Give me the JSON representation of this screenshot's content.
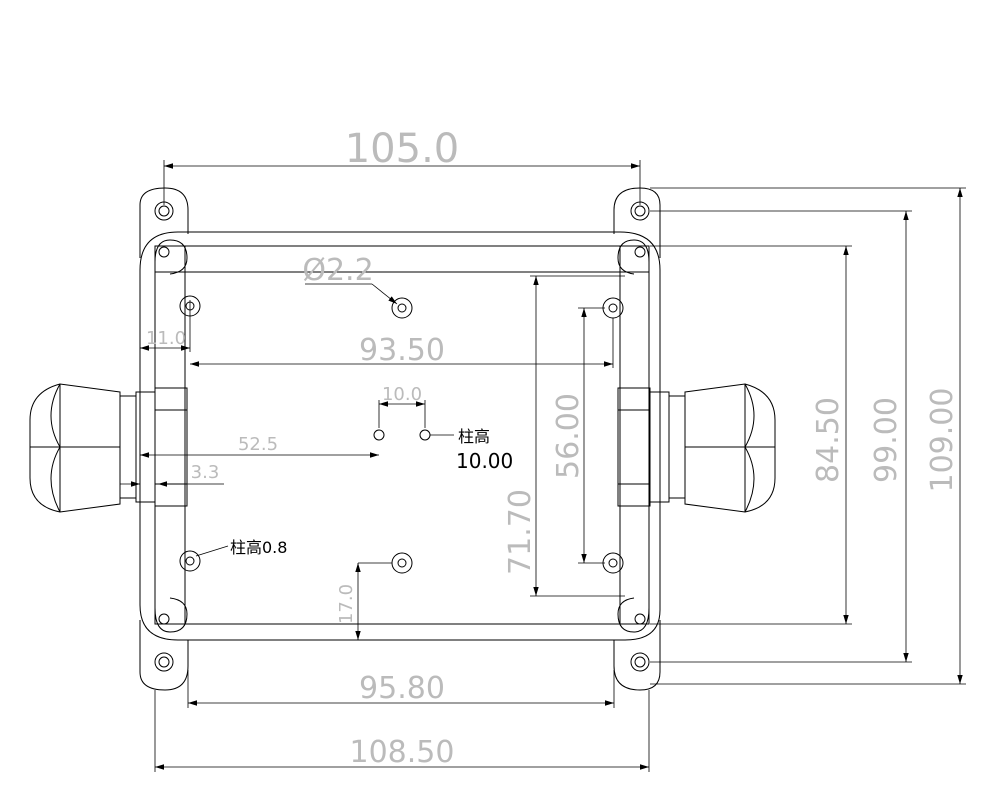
{
  "dimensions": {
    "top_width": "105.0",
    "left_offset": "11.0",
    "hole_spacing_top": "93.50",
    "hole_diameter": "Ø2.2",
    "center_offset": "10.0",
    "center_distance": "52.5",
    "gland_offset": "3.3",
    "bottom_post_height": "17.0",
    "hole_spacing_bottom": "95.80",
    "overall_width": "108.50",
    "inner_height": "71.70",
    "post_spacing_vertical": "56.00",
    "body_height": "84.50",
    "mount_hole_spacing": "99.00",
    "overall_height": "109.00"
  },
  "notes": {
    "post_height_label_top": "柱高",
    "post_height_value_top": "10.00",
    "post_height_bottom_left": "柱高0.8"
  },
  "colors": {
    "line": "#000000",
    "dimension_text": "#bbbbbb"
  }
}
